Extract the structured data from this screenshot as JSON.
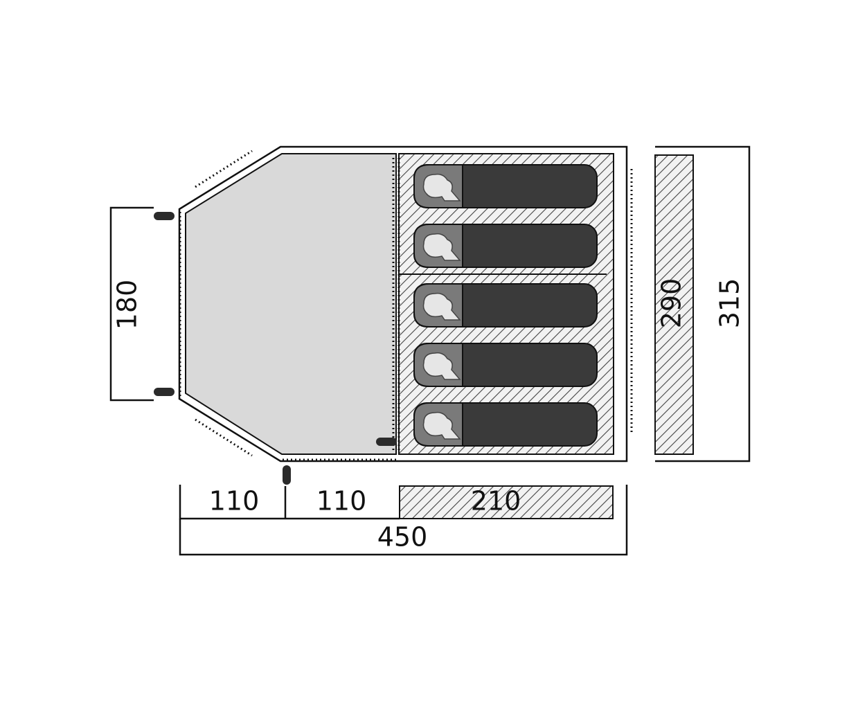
{
  "colors": {
    "line": "#111111",
    "vestibule_fill": "#d9d9d9",
    "bedroom_fill": "#f2f2f2",
    "sleeping_bag": "#3a3a3a",
    "hatch": "#444444"
  },
  "icons": [
    "sleeping-bag-icon",
    "tent-peg-icon"
  ],
  "sleeping_bag_count": 5,
  "dimensions": {
    "vestibule_width": "180",
    "bedroom_depth": "290",
    "total_depth": "315",
    "front_vestibule": "110",
    "rear_vestibule": "110",
    "bedroom_length": "210",
    "total_length": "450"
  }
}
